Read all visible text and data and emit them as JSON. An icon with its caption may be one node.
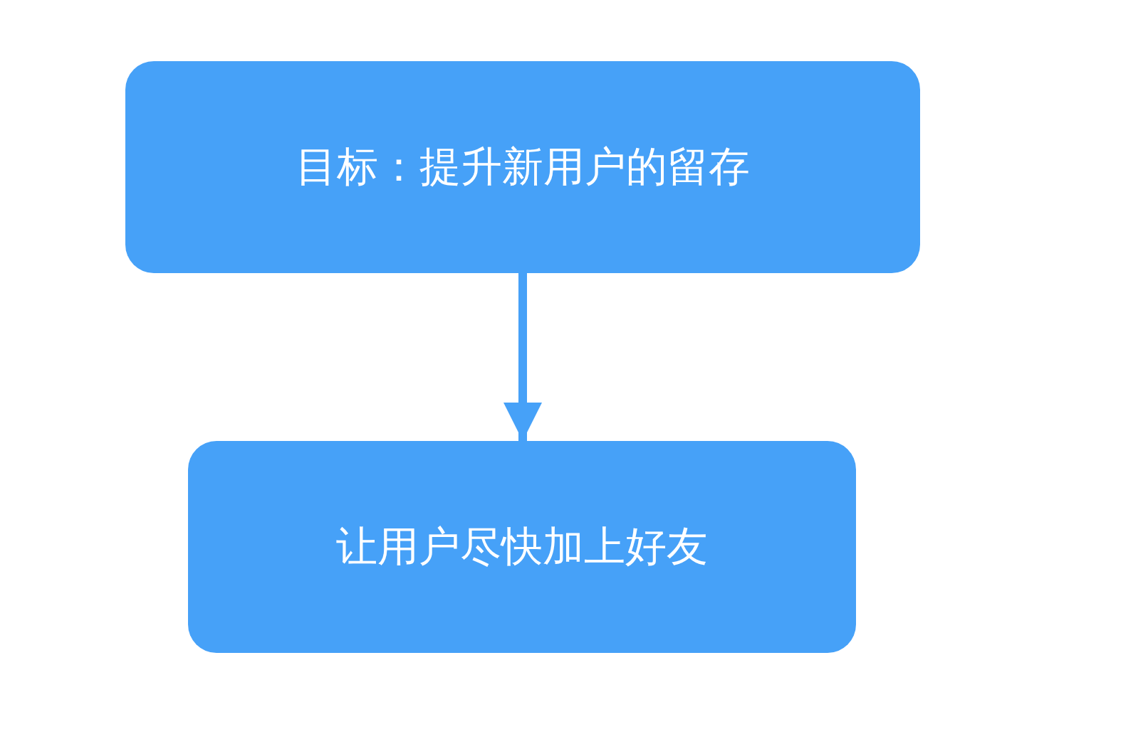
{
  "diagram": {
    "nodes": [
      {
        "text": [
          "目标：提升新用户的留存"
        ]
      },
      {
        "text": [
          "让用户尽快加上好友"
        ]
      }
    ],
    "edges": [
      {
        "from": 0,
        "to": 1,
        "arrow": "to"
      }
    ]
  }
}
